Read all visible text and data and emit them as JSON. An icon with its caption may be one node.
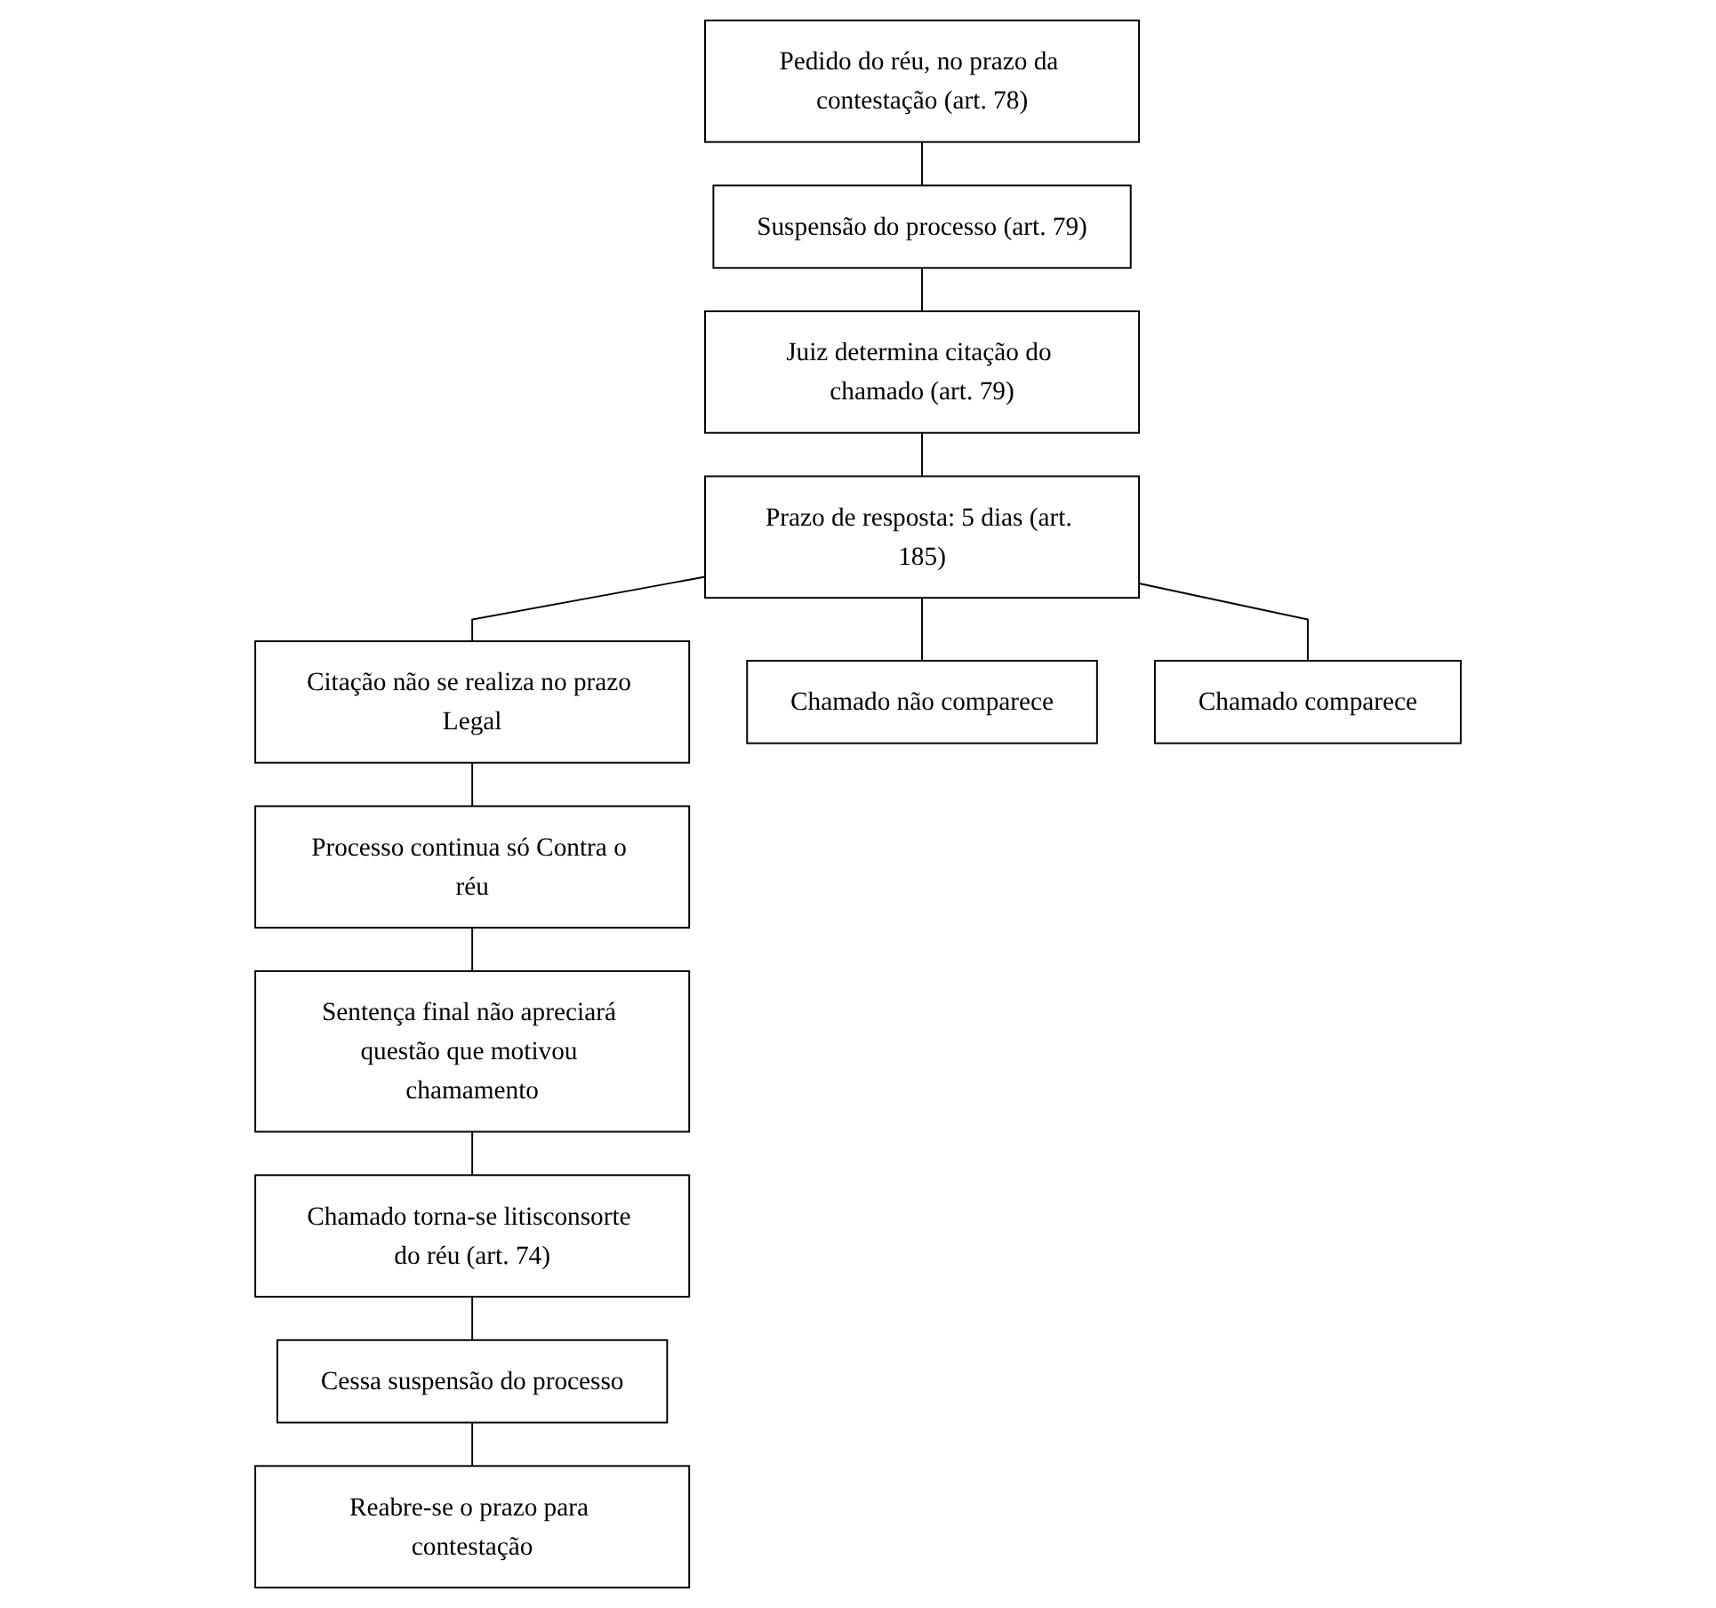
{
  "diagram": {
    "nodes": [
      {
        "text": [
          "Pedido do réu, no prazo da contestação (art. 78)"
        ]
      },
      {
        "text": [
          "Suspensão do processo (art. 79)"
        ]
      },
      {
        "text": [
          "Juiz determina citação do chamado (art. 79)"
        ]
      },
      {
        "text": [
          "Prazo de resposta: 5 dias (art. 185)"
        ]
      },
      {
        "text": [
          "Citação não se realiza no prazo Legal"
        ]
      },
      {
        "text": [
          "Chamado não comparece"
        ]
      },
      {
        "text": [
          "Processo continua só Contra o réu"
        ]
      },
      {
        "text": [
          "Chamado comparece"
        ]
      },
      {
        "text": [
          "Sentença final não apreciará questão que motivou chamamento"
        ]
      },
      {
        "text": [
          "Chamado torna-se litisconsorte do réu (art. 74)"
        ]
      },
      {
        "text": [
          "Cessa suspensão do processo"
        ]
      },
      {
        "text": [
          "Reabre-se o prazo para contestação"
        ]
      }
    ],
    "edges": [
      {
        "from": 0,
        "to": 1,
        "arrow": "none"
      },
      {
        "from": 1,
        "to": 2,
        "arrow": "none"
      },
      {
        "from": 2,
        "to": 3,
        "arrow": "none"
      },
      {
        "from": 3,
        "to": 5,
        "arrow": "none"
      },
      {
        "from": 3,
        "to": 4,
        "arrow": "none"
      },
      {
        "from": 3,
        "to": 7,
        "arrow": "none"
      },
      {
        "from": 4,
        "to": 6,
        "arrow": "none"
      },
      {
        "from": 6,
        "to": 8,
        "arrow": "none"
      },
      {
        "from": 8,
        "to": 9,
        "arrow": "none"
      },
      {
        "from": 9,
        "to": 10,
        "arrow": "none"
      },
      {
        "from": 10,
        "to": 11,
        "arrow": "none"
      }
    ]
  }
}
